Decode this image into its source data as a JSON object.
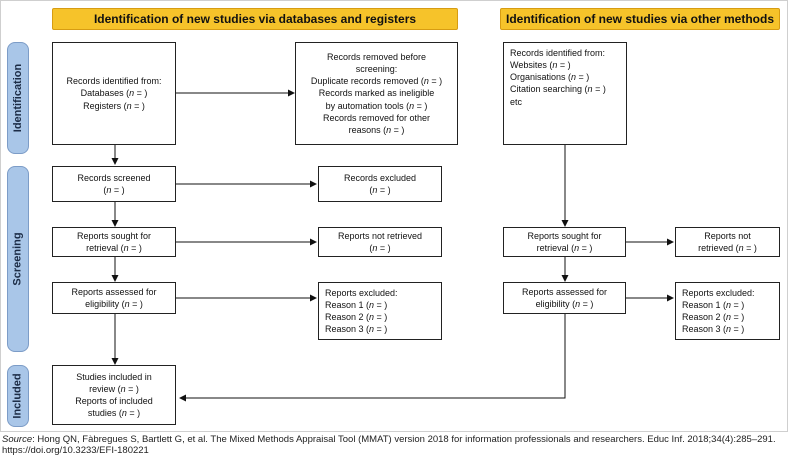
{
  "headers": {
    "left": "Identification of new studies via databases and registers",
    "right": "Identification of new studies via other methods"
  },
  "phases": {
    "identification": "Identification",
    "screening": "Screening",
    "included": "Included"
  },
  "boxes": {
    "records_identified": [
      "Records identified from:",
      "Databases (n = )",
      "Registers (n = )"
    ],
    "records_removed": [
      "Records removed before",
      "screening:",
      "Duplicate records removed (n = )",
      "Records marked as ineligible",
      "by automation tools (n = )",
      "Records removed for other",
      "reasons (n = )"
    ],
    "other_identified": [
      "Records identified from:",
      "Websites (n = )",
      "Organisations (n = )",
      "Citation searching (n = )",
      "etc"
    ],
    "records_screened": [
      "Records screened",
      "(n = )"
    ],
    "records_excluded": [
      "Records excluded",
      "(n = )"
    ],
    "reports_sought": [
      "Reports sought for",
      "retrieval (n = )"
    ],
    "reports_not_retrieved": [
      "Reports not retrieved",
      "(n = )"
    ],
    "reports_assessed": [
      "Reports assessed for",
      "eligibility (n = )"
    ],
    "reports_excluded": [
      "Reports excluded:",
      "Reason 1 (n = )",
      "Reason 2 (n = )",
      "Reason 3 (n = )"
    ],
    "studies_included": [
      "Studies included in",
      "review (n = )",
      "Reports of included",
      "studies (n = )"
    ],
    "other_sought": [
      "Reports sought for",
      "retrieval (n = )"
    ],
    "other_not_retrieved": [
      "Reports not",
      "retrieved (n = )"
    ],
    "other_assessed": [
      "Reports assessed for",
      "eligibility (n = )"
    ],
    "other_excluded": [
      "Reports excluded:",
      "Reason 1 (n = )",
      "Reason 2 (n = )",
      "Reason 3 (n = )"
    ]
  },
  "source": {
    "label": "Source",
    "text": ": Hong QN, Fàbregues S, Bartlett G, et al. The Mixed Methods Appraisal Tool (MMAT) version 2018 for information professionals and researchers. Educ Inf. 2018;34(4):285–291. https://doi.org/10.3233/EFI-180221"
  }
}
